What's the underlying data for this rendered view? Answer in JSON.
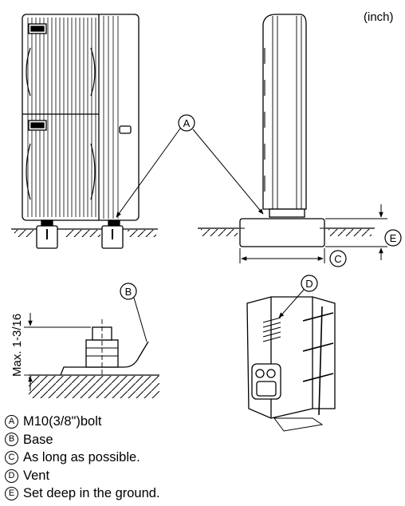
{
  "unit_note": "(inch)",
  "markers": {
    "a": "A",
    "b": "B",
    "c": "C",
    "d": "D",
    "e": "E"
  },
  "dimension": "Max. 1-3/16",
  "legend": [
    {
      "mark": "A",
      "text": "M10(3/8\")bolt"
    },
    {
      "mark": "B",
      "text": "Base"
    },
    {
      "mark": "C",
      "text": "As long as possible."
    },
    {
      "mark": "D",
      "text": "Vent"
    },
    {
      "mark": "E",
      "text": "Set deep in the ground."
    }
  ]
}
